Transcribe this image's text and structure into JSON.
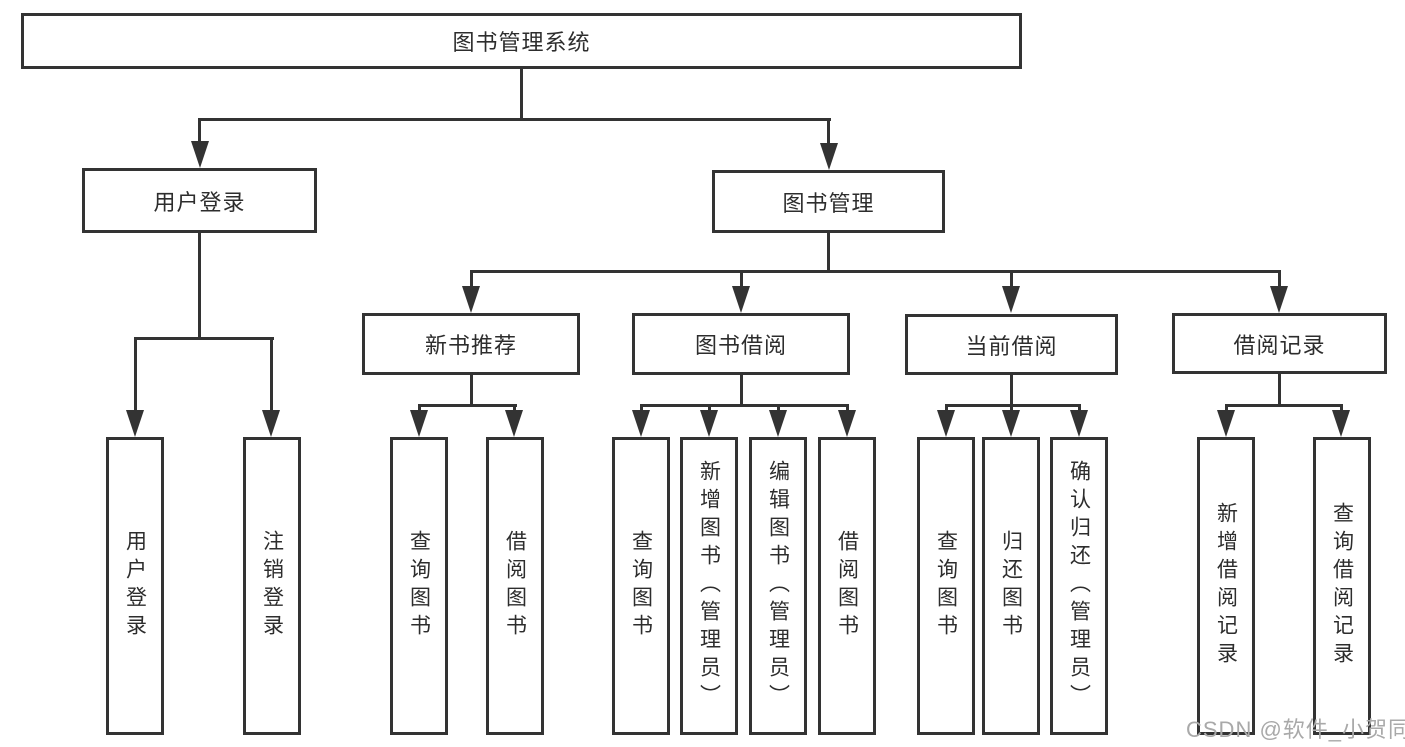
{
  "nodes": {
    "root": "图书管理系统",
    "user_login": "用户登录",
    "book_management": "图书管理",
    "new_books": "新书推荐",
    "book_borrowing": "图书借阅",
    "current_borrowing": "当前借阅",
    "borrowing_records": "借阅记录"
  },
  "leaves": {
    "user_login": [
      "用户登录",
      "注销登录"
    ],
    "new_books": [
      "查询图书",
      "借阅图书"
    ],
    "book_borrowing": [
      "查询图书",
      "新增图书（管理员）",
      "编辑图书（管理员）",
      "借阅图书"
    ],
    "current_borrowing": [
      "查询图书",
      "归还图书",
      "确认归还（管理员）"
    ],
    "borrowing_records": [
      "新增借阅记录",
      "查询借阅记录"
    ]
  },
  "watermark": "CSDN @软件_小贺同学",
  "colors": {
    "line": "#333333",
    "text": "#2d2d2d",
    "watermark": "#a9a9a9",
    "background": "#ffffff"
  }
}
